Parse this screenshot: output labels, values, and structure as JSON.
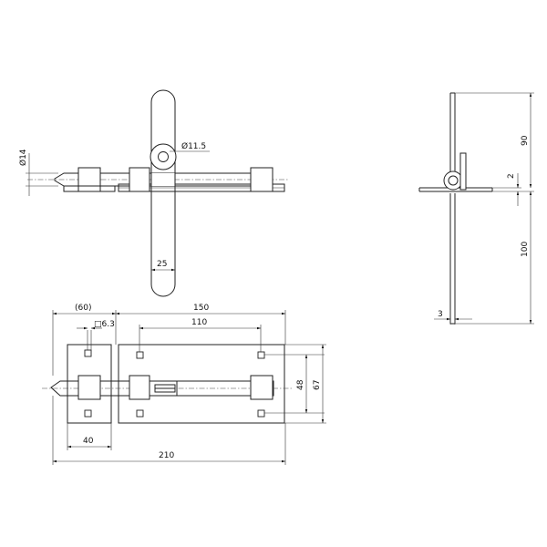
{
  "dimensions": {
    "dia_14": "Ø14",
    "dia_11_5": "Ø11.5",
    "handle_width_25": "25",
    "height_90": "90",
    "thickness_2": "2",
    "height_100": "100",
    "thickness_3": "3",
    "keeper_60": "(60)",
    "length_150": "150",
    "hole_square_6_3": "□6.3",
    "hole_spacing_110": "110",
    "hole_spacing_48": "48",
    "plate_height_67": "67",
    "keeper_holes_40": "40",
    "overall_210": "210"
  }
}
